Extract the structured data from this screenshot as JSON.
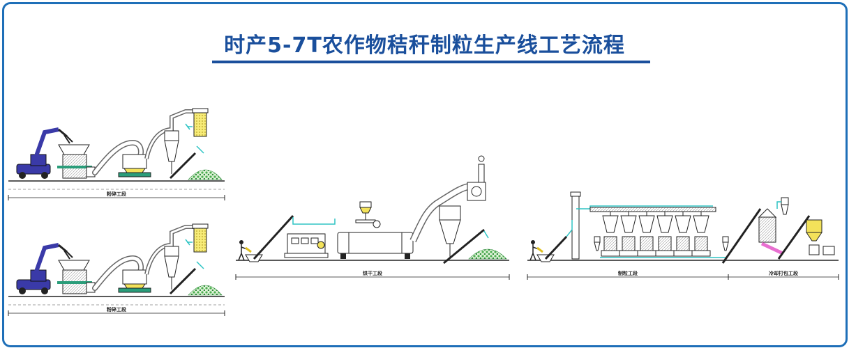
{
  "title": "时产5-7T农作物秸秆制粒生产线工艺流程",
  "sections": {
    "crush_top": "粉碎工段",
    "crush_bottom": "粉碎工段",
    "dry": "烘干工段",
    "pellet": "制粒工段",
    "cool_pack": "冷却打包工段"
  },
  "colors": {
    "border": "#1e6fb8",
    "title": "#1a4f9c",
    "excavator": "#3a3aa8",
    "duct": "#2ec4c4",
    "material": "#4caf50",
    "highlight_yellow": "#f3e25a",
    "highlight_pink": "#e86fd0"
  }
}
